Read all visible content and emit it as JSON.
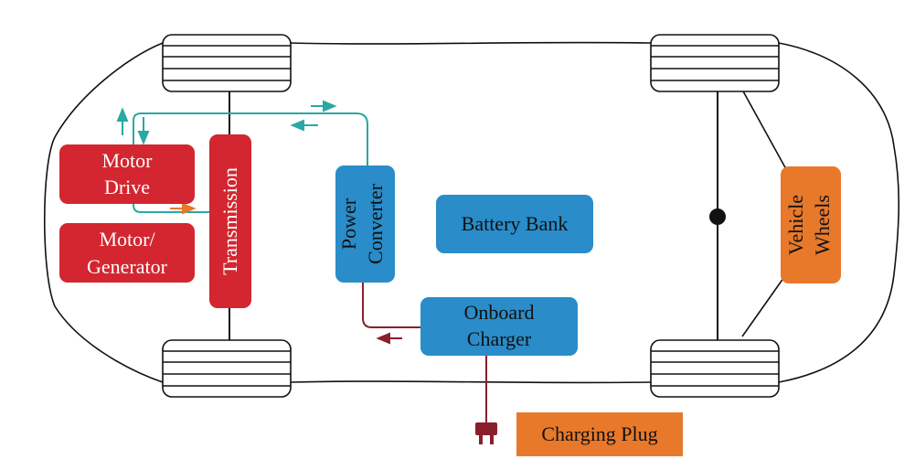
{
  "colors": {
    "red": "#d32630",
    "blue": "#2a8cc8",
    "orange": "#e8792b",
    "teal": "#2aa8a3",
    "maroon": "#8b1e2d",
    "outline": "#111111",
    "text_on_color": "#ffffff",
    "text_dark": "#111111"
  },
  "components": {
    "motor_drive": {
      "line1": "Motor",
      "line2": "Drive"
    },
    "motor_generator": {
      "line1": "Motor/",
      "line2": "Generator"
    },
    "transmission": {
      "label": "Transmission"
    },
    "power_converter": {
      "line1": "Power",
      "line2": "Converter"
    },
    "battery_bank": {
      "label": "Battery Bank"
    },
    "onboard_charger": {
      "line1": "Onboard",
      "line2": "Charger"
    },
    "vehicle_wheels": {
      "line1": "Vehicle",
      "line2": "Wheels"
    },
    "charging_plug": {
      "label": "Charging Plug"
    }
  },
  "icons": {
    "plug": "plug-icon",
    "wheel": "tire-icon",
    "arrow": "arrowhead-icon"
  }
}
